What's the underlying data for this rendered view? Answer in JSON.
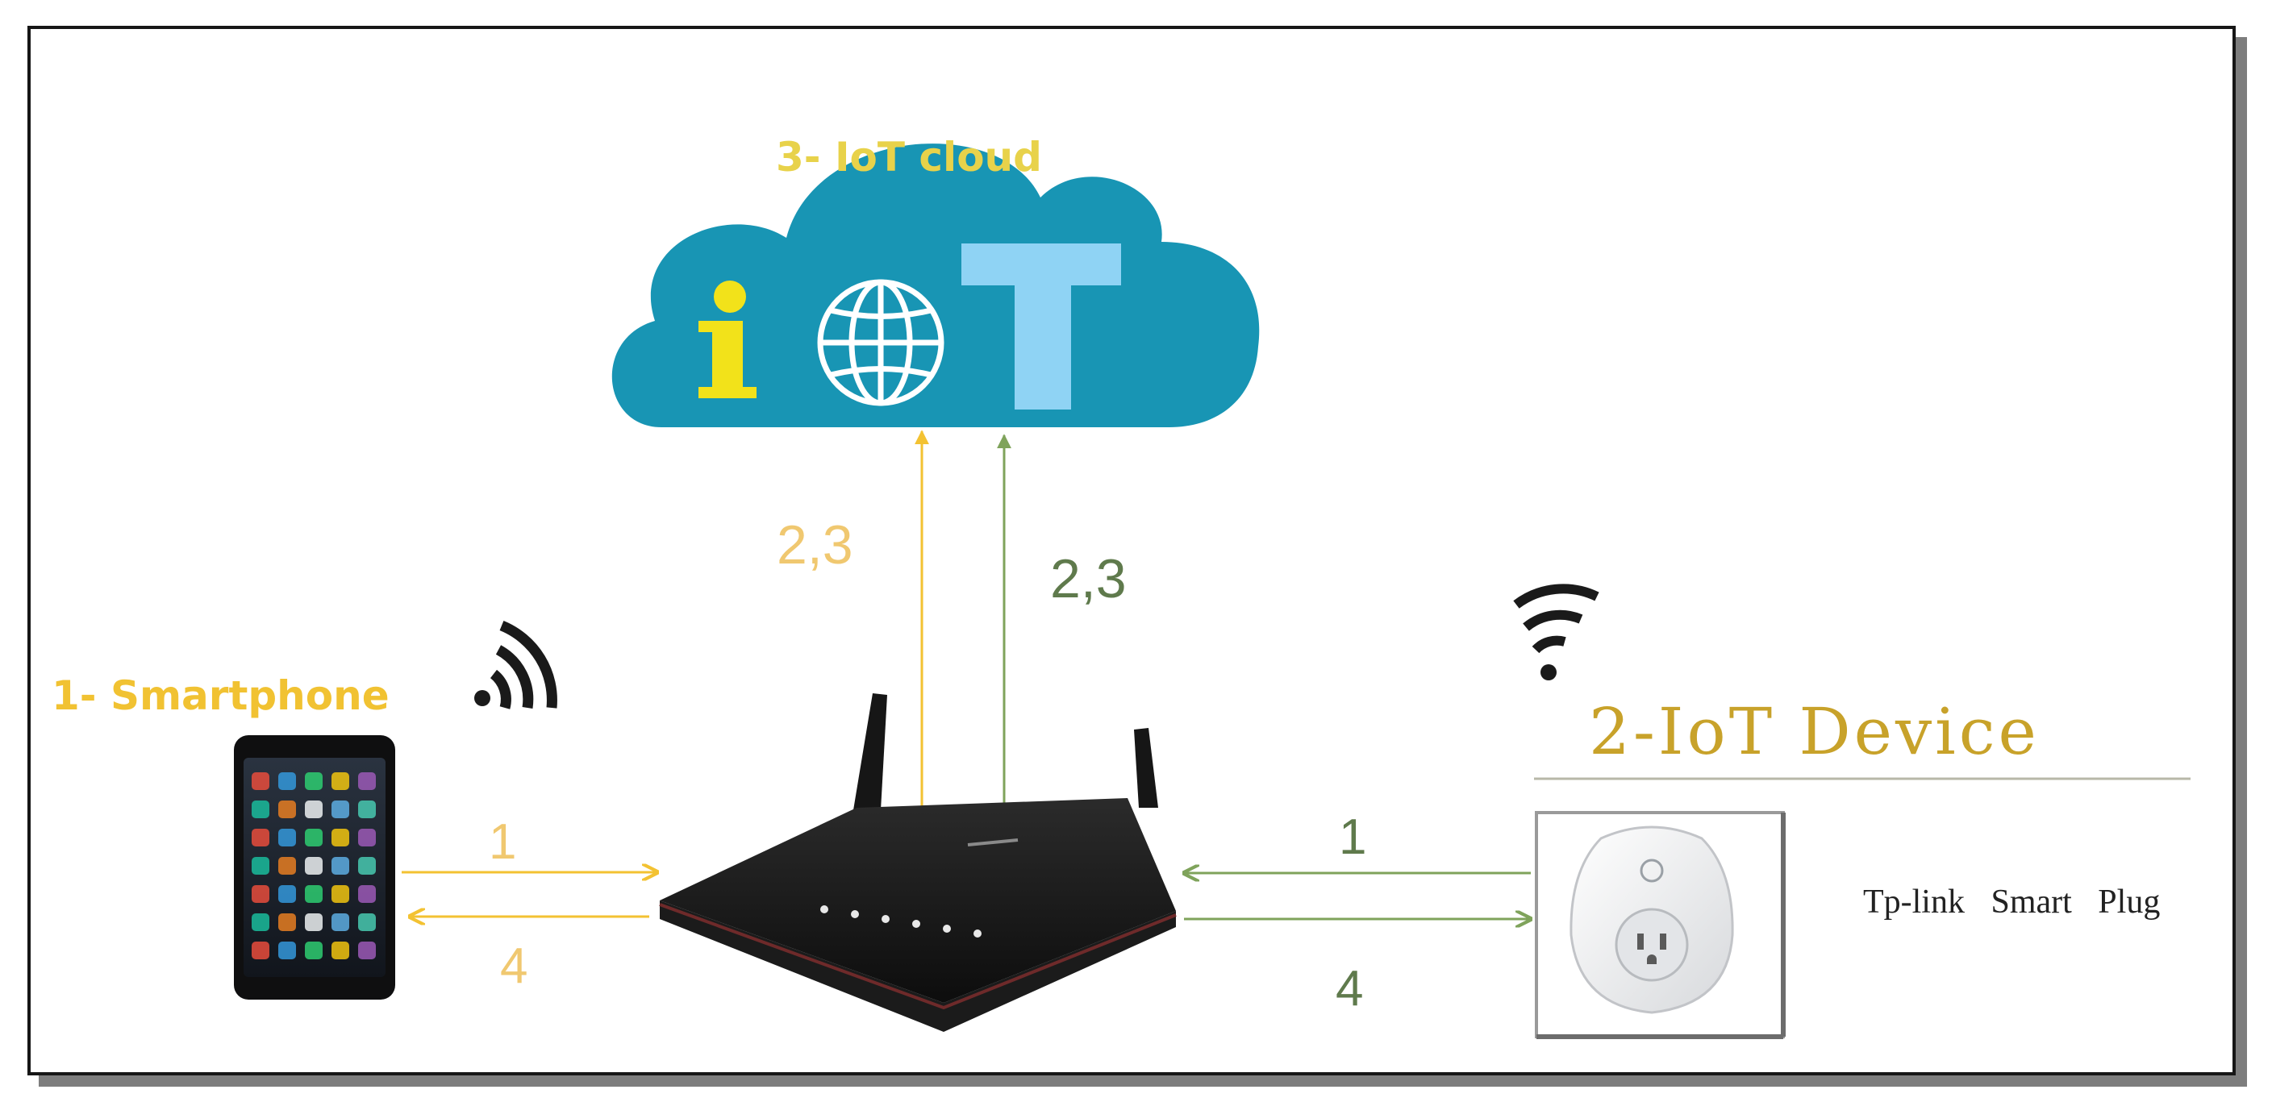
{
  "nodes": {
    "cloud": {
      "title": "3- IoT cloud"
    },
    "smartphone": {
      "title": "1- Smartphone"
    },
    "iot_device": {
      "title": "2-IoT Device",
      "name": "Tp-link Smart Plug"
    }
  },
  "edges": {
    "router_cloud_a": "2,3",
    "router_cloud_b": "2,3",
    "phone_to_router": "1",
    "router_to_phone": "4",
    "device_to_router": "1",
    "router_to_device": "4"
  },
  "colors": {
    "cloud": "#1895b4",
    "phone_flow": "#f3c232",
    "device_flow": "#7fa35b",
    "device_title": "#c8a22a",
    "iot_i": "#f2e21a",
    "iot_t": "#8fd3f4"
  },
  "icons": [
    "cloud-icon",
    "letter-i-icon",
    "globe-icon",
    "letter-t-icon",
    "wifi-icon",
    "smartphone-icon",
    "router-icon",
    "smart-plug-icon"
  ]
}
